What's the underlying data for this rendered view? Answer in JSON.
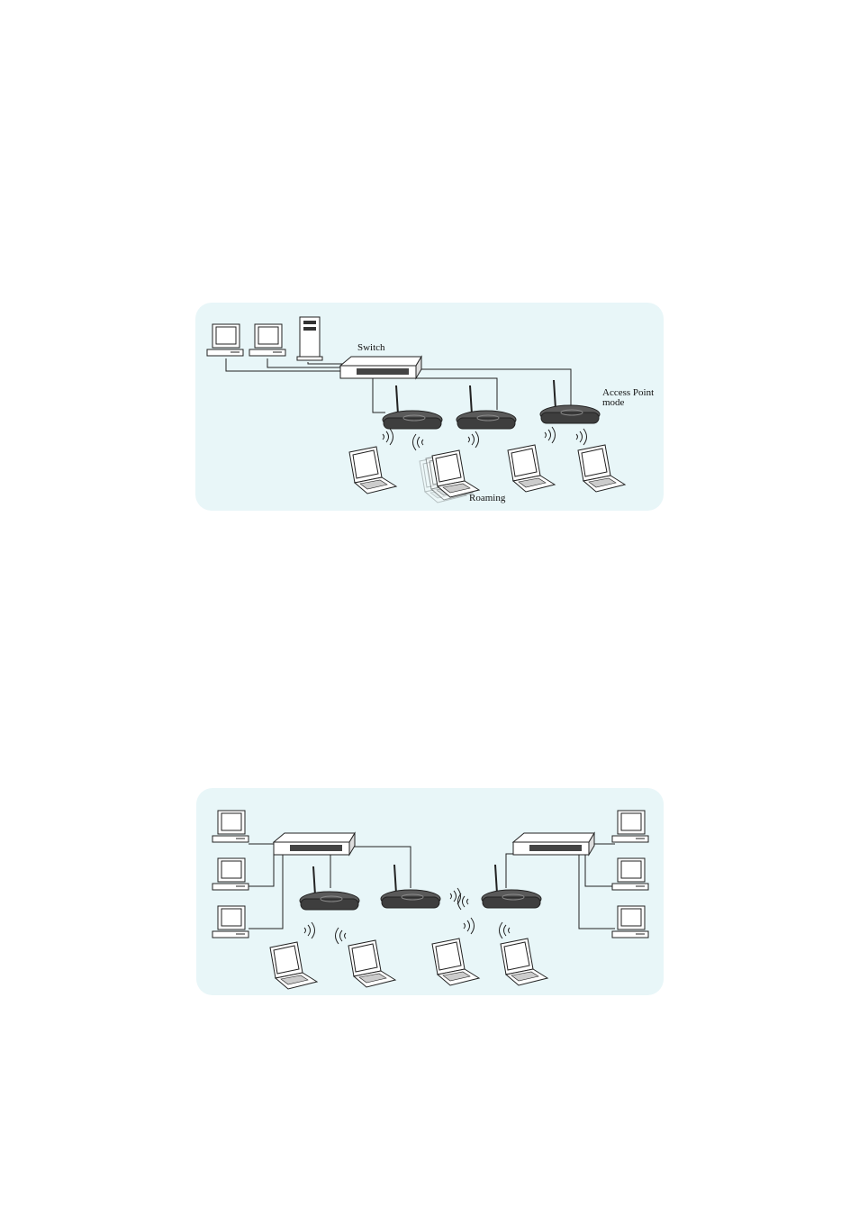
{
  "diagram_top": {
    "switch_label": "Switch",
    "ap_label_line1": "Access Point",
    "ap_label_line2": "mode",
    "roaming_label": "Roaming"
  },
  "diagram_bottom": {},
  "colors": {
    "panel_bg": "#e8f6f8",
    "device_dark": "#4a4a4a",
    "line": "#222222"
  },
  "icons": [
    "desktop-computer-icon",
    "tower-server-icon",
    "switch-icon",
    "access-point-icon",
    "laptop-icon",
    "wireless-signal-icon"
  ]
}
